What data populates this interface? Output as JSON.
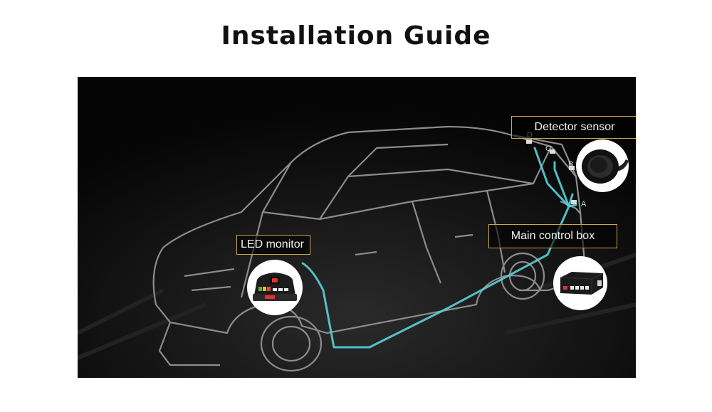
{
  "title": "Installation Guide",
  "labels": {
    "led_monitor": "LED monitor",
    "detector_sensor": "Detector sensor",
    "main_control_box": "Main control box"
  },
  "sensor_points": [
    "D",
    "C",
    "B",
    "A"
  ],
  "colors": {
    "wire": "#5ad1d8",
    "label_border": "#c9a646",
    "background": "#050505"
  }
}
